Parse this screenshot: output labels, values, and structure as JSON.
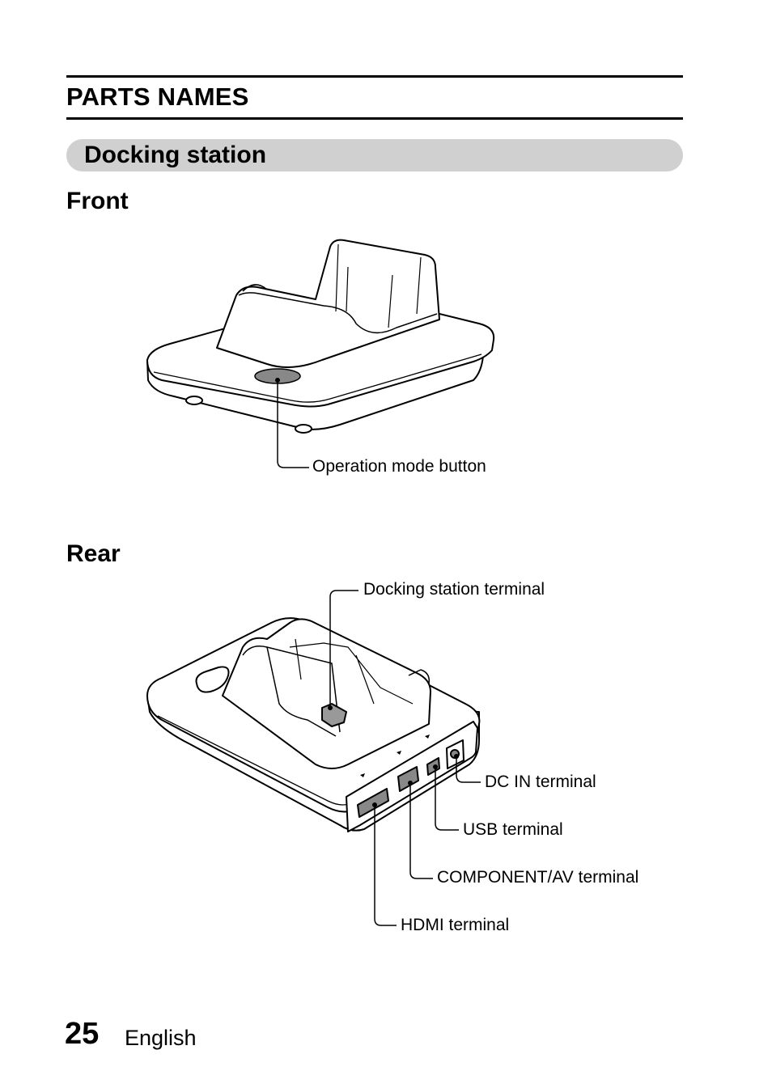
{
  "page": {
    "section_title": "PARTS NAMES",
    "subsection_title": "Docking station",
    "page_number": "25",
    "language": "English"
  },
  "front": {
    "heading": "Front",
    "callouts": {
      "operation_mode_button": "Operation mode button"
    }
  },
  "rear": {
    "heading": "Rear",
    "callouts": {
      "docking_station_terminal": "Docking station terminal",
      "dc_in_terminal": "DC IN terminal",
      "usb_terminal": "USB terminal",
      "component_av_terminal": "COMPONENT/AV terminal",
      "hdmi_terminal": "HDMI terminal"
    }
  }
}
